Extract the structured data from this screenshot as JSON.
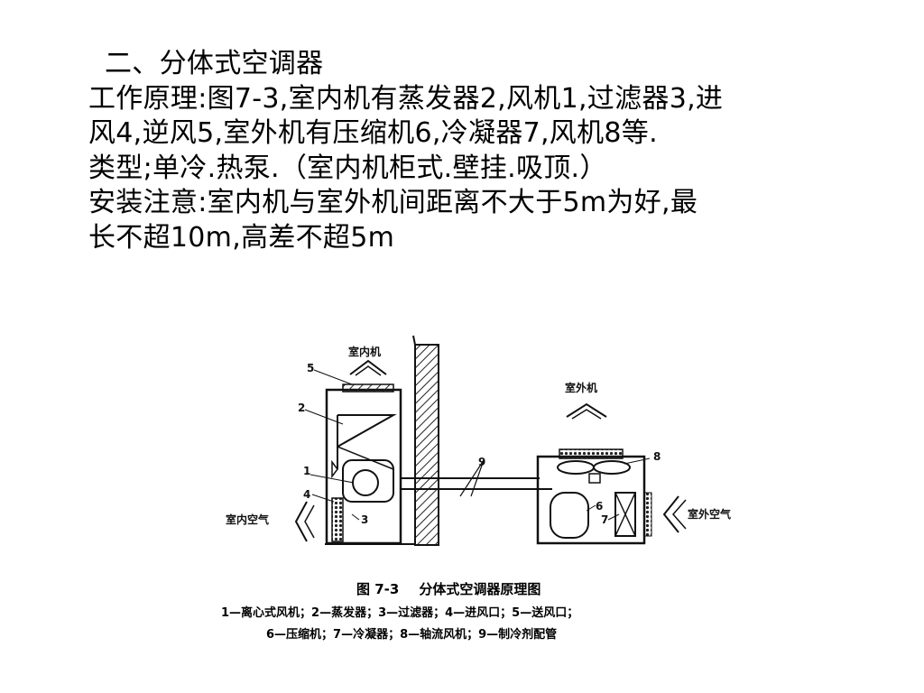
{
  "slide": {
    "lines": [
      "二、分体式空调器",
      "工作原理:图7-3,室内机有蒸发器2,风机1,过滤器3,进",
      "风4,逆风5,室外机有压缩机6,冷凝器7,风机8等.",
      "类型;单冷.热泵.（室内机柜式.壁挂.吸顶.）",
      "安装注意:室内机与室外机间距离不大于5m为好,最",
      "长不超10m,高差不超5m"
    ]
  },
  "figure": {
    "labels": {
      "indoor_unit": "室内机",
      "outdoor_unit": "室外机",
      "indoor_air": "室内空气",
      "outdoor_air": "室外空气",
      "n1": "1",
      "n2": "2",
      "n3": "3",
      "n4": "4",
      "n5": "5",
      "n6": "6",
      "n7": "7",
      "n8": "8",
      "n9": "9"
    },
    "caption": {
      "number": "图 7-3",
      "title": "分体式空调器原理图",
      "line1": "1—离心式风机；2—蒸发器；3—过滤器；4—进风口；5—送风口；",
      "line2": "6—压缩机；7—冷凝器；8—轴流风机；9—制冷剂配管"
    }
  }
}
